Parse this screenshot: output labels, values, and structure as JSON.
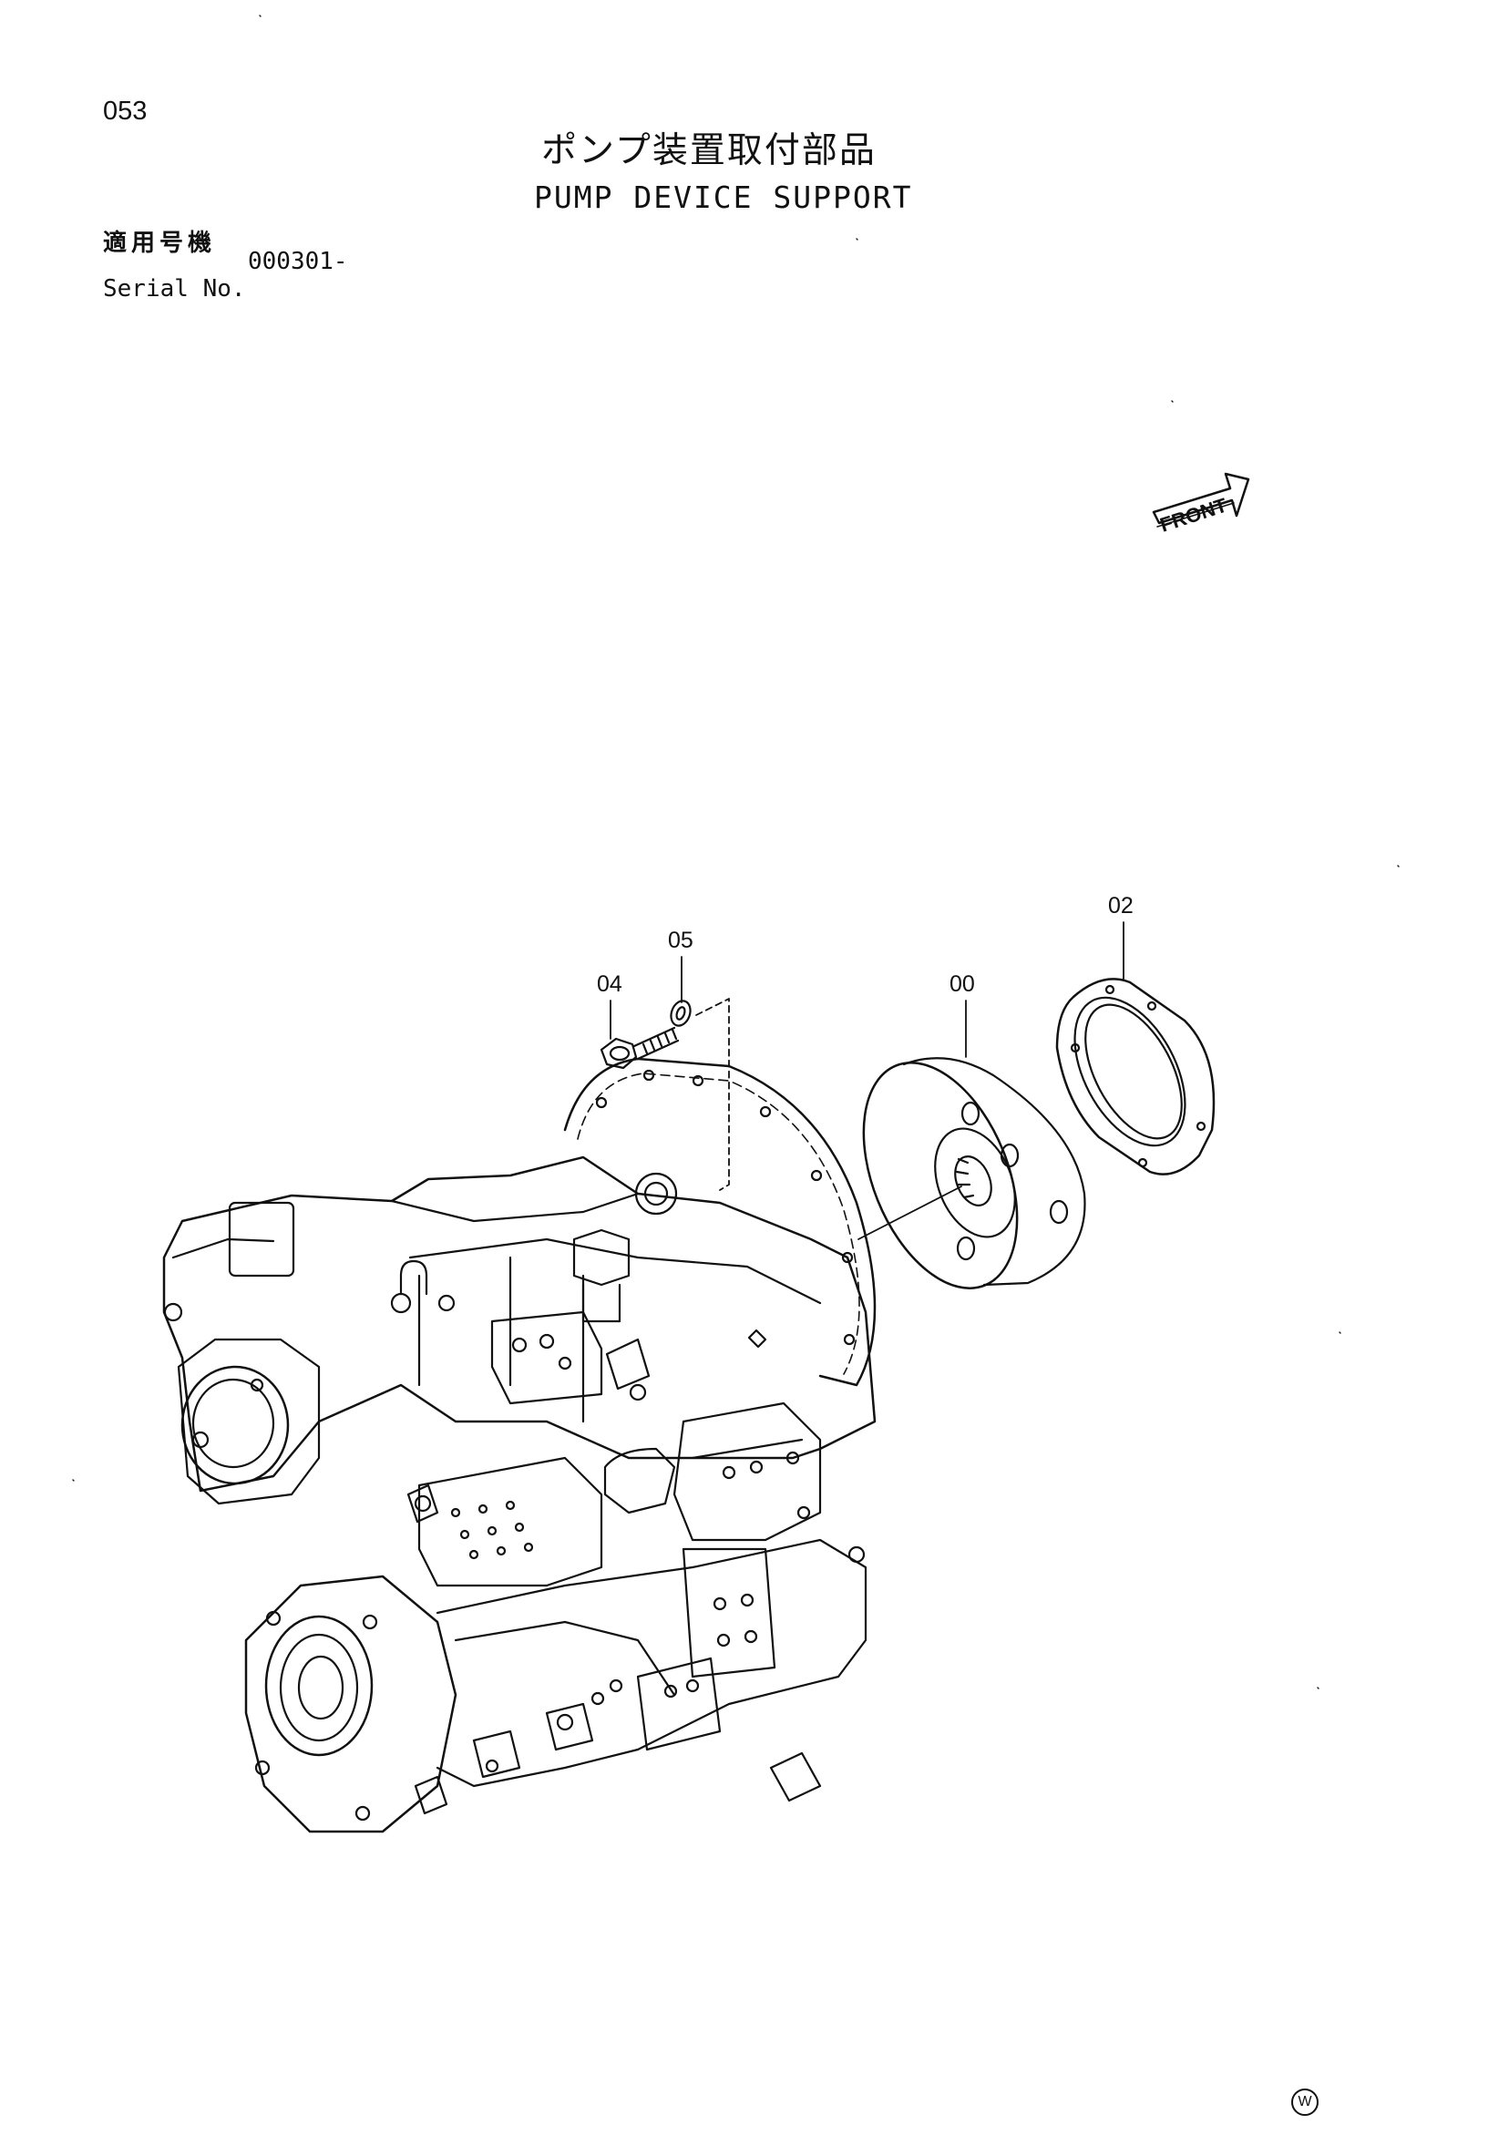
{
  "page": {
    "number": "053",
    "title_jp": "ポンプ装置取付部品",
    "title_en": "PUMP DEVICE SUPPORT"
  },
  "serial": {
    "label_jp": "適用号機",
    "label_en": "Serial No.",
    "value": "000301-"
  },
  "diagram": {
    "front_label": "FRONT",
    "callouts": [
      "04",
      "05",
      "00",
      "02"
    ]
  },
  "footer": {
    "mark": "W"
  }
}
